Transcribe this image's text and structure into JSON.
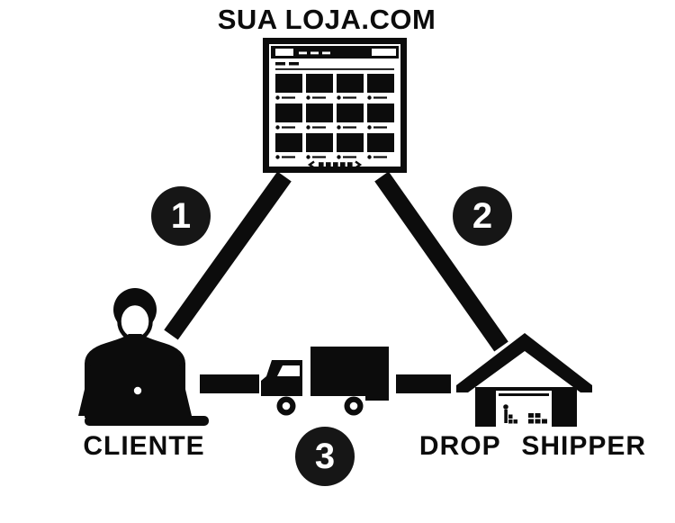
{
  "title": "SUA LOJA.COM",
  "nodes": {
    "store": {
      "icon": "storefront-website-icon"
    },
    "client": {
      "label": "CLIENTE",
      "icon": "person-at-laptop-icon"
    },
    "shipper": {
      "label": "DROP SHIPPER",
      "icon": "warehouse-icon"
    },
    "delivery": {
      "icon": "delivery-truck-icon"
    }
  },
  "step_badges": {
    "one": "1",
    "two": "2",
    "three": "3"
  },
  "colors": {
    "ink": "#0c0c0c",
    "background": "#ffffff"
  }
}
